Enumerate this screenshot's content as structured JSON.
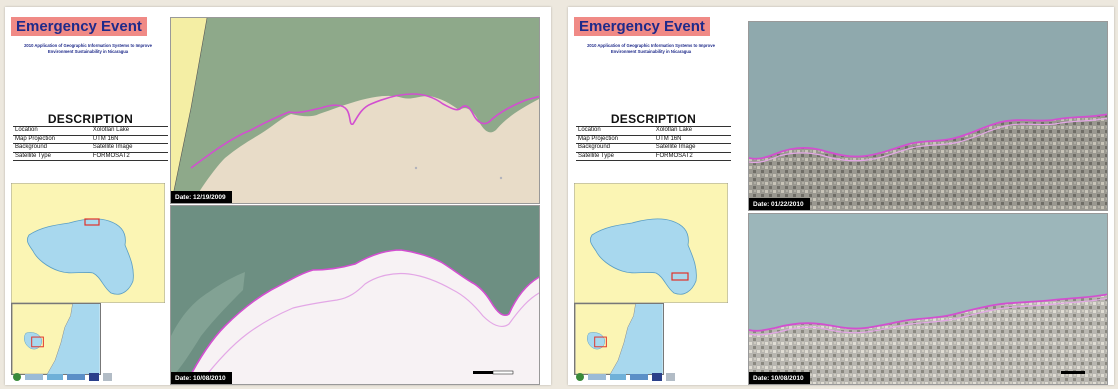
{
  "left_poster": {
    "title": "Emergency Event",
    "subtitle": "2010 Application of Geographic Information Systems to Improve Environment Sustainability in Nicaragua",
    "description_heading": "DESCRIPTION",
    "description_rows": [
      {
        "label": "Location",
        "value": "Xolotlan Lake"
      },
      {
        "label": "Map Projection",
        "value": "UTM 16N"
      },
      {
        "label": "Background",
        "value": "Satellite Image"
      },
      {
        "label": "Satellite Type",
        "value": "FORMOSAT2"
      }
    ],
    "map_top_date": "Date: 12/19/2009",
    "map_bottom_date": "Date: 10/08/2010"
  },
  "right_poster": {
    "title": "Emergency Event",
    "subtitle": "2010 Application of Geographic Information Systems to Improve Environment Sustainability in Nicaragua",
    "description_heading": "DESCRIPTION",
    "description_rows": [
      {
        "label": "Location",
        "value": "Xolotlan Lake"
      },
      {
        "label": "Map Projection",
        "value": "UTM 16N"
      },
      {
        "label": "Background",
        "value": "Satellite Image"
      },
      {
        "label": "Satellite Type",
        "value": "FORMOSAT2"
      }
    ],
    "map_top_date": "Date: 01/22/2010",
    "map_bottom_date": "Date: 10/08/2010"
  },
  "colors": {
    "title_bg": "#f08a86",
    "title_text": "#1e2a8a",
    "lake_blue": "#a8d8ee",
    "land_yellow": "#fbf5b4",
    "flood_boundary": "#d24fd0",
    "highlight_box": "#e0322a"
  }
}
